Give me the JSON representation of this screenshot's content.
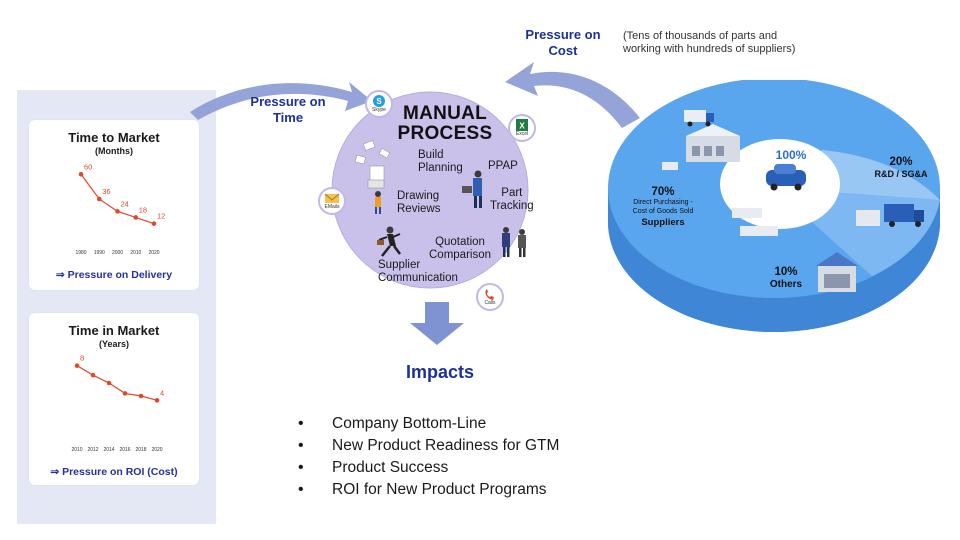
{
  "left_cards": [
    {
      "title": "Time to Market",
      "subtitle": "(Months)",
      "footer": "⇒ Pressure on Delivery",
      "chart": {
        "x_labels": [
          "1980",
          "1990",
          "2000",
          "2010",
          "2020"
        ],
        "values": [
          60,
          36,
          24,
          18,
          12
        ],
        "value_labels": [
          "60",
          "36",
          "24",
          "18",
          "12"
        ],
        "ylim": [
          0,
          70
        ]
      }
    },
    {
      "title": "Time in Market",
      "subtitle": "(Years)",
      "footer": "⇒ Pressure on ROI (Cost)",
      "chart": {
        "x_labels": [
          "2010",
          "2012",
          "2014",
          "2016",
          "2018",
          "2020"
        ],
        "values": [
          8,
          6.9,
          6,
          4.8,
          4.5,
          4
        ],
        "value_labels": [
          "8",
          "",
          "",
          "",
          "",
          "4"
        ],
        "ylim": [
          0,
          9
        ]
      }
    }
  ],
  "pressures": {
    "time": {
      "line1": "Pressure on",
      "line2": "Time"
    },
    "cost": {
      "line1": "Pressure on",
      "line2": "Cost"
    },
    "cost_note_line1": "(Tens of thousands of parts and",
    "cost_note_line2": "working with hundreds of suppliers)"
  },
  "manual_process": {
    "title_line1": "MANUAL",
    "title_line2": "PROCESS",
    "activities": {
      "build_planning_1": "Build",
      "build_planning_2": "Planning",
      "ppap": "PPAP",
      "drawing_reviews_1": "Drawing",
      "drawing_reviews_2": "Reviews",
      "part_tracking_1": "Part",
      "part_tracking_2": "Tracking",
      "quotation_comparison_1": "Quotation",
      "quotation_comparison_2": "Comparison",
      "supplier_communication_1": "Supplier",
      "supplier_communication_2": "Communication"
    },
    "tools": {
      "skype": "Skype",
      "excel": "Excel",
      "emails": "EMails",
      "calls": "Calls"
    }
  },
  "impacts": {
    "title": "Impacts",
    "items": [
      "Company Bottom-Line",
      "New Product Readiness for GTM",
      "Product Success",
      "ROI for New Product Programs"
    ]
  },
  "cost_pie": {
    "total": "100%",
    "slices": [
      {
        "percent": "70%",
        "line1": "Direct Purchasing -",
        "line2": "Cost of Goods Sold",
        "line3": "Suppliers",
        "value": 70,
        "color": "#5aa6ee"
      },
      {
        "percent": "20%",
        "line1": "R&D / SG&A",
        "value": 20,
        "color": "#9cc8f3"
      },
      {
        "percent": "10%",
        "line1": "Others",
        "value": 10,
        "color": "#7fb8f1"
      }
    ],
    "colors": {
      "top": "#5aa6ee",
      "side": "#3f86d6",
      "center": "#ffffff"
    }
  },
  "colors": {
    "accent_blue": "#1d2f9c",
    "arrow": "#8597d2",
    "chart_line": "#e2462c",
    "manual_circle": "#c9c1ea",
    "panel_bg": "#e4e8f4"
  }
}
